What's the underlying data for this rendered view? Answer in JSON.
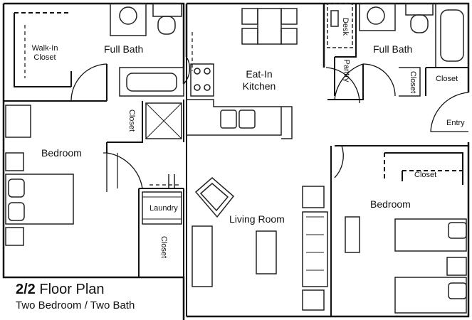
{
  "plan": {
    "title_bold": "2/2",
    "title_rest": "Floor Plan",
    "subtitle": "Two Bedroom / Two Bath"
  },
  "rooms": {
    "walk_in_closet": "Walk-In\nCloset",
    "full_bath_left": "Full Bath",
    "eat_in_kitchen": "Eat-In\nKitchen",
    "desk": "Desk",
    "pantry": "Pantry",
    "full_bath_right": "Full Bath",
    "closet_right_bath": "Closet",
    "closet_left_hall": "Closet",
    "entry": "Entry",
    "bedroom_left": "Bedroom",
    "laundry": "Laundry",
    "closet_laundry": "Closet",
    "living_room": "Living Room",
    "closet_right_bedroom": "Closet",
    "bedroom_right": "Bedroom"
  },
  "colors": {
    "wall": "#111111",
    "fixture": "#222222",
    "background": "#ffffff"
  }
}
